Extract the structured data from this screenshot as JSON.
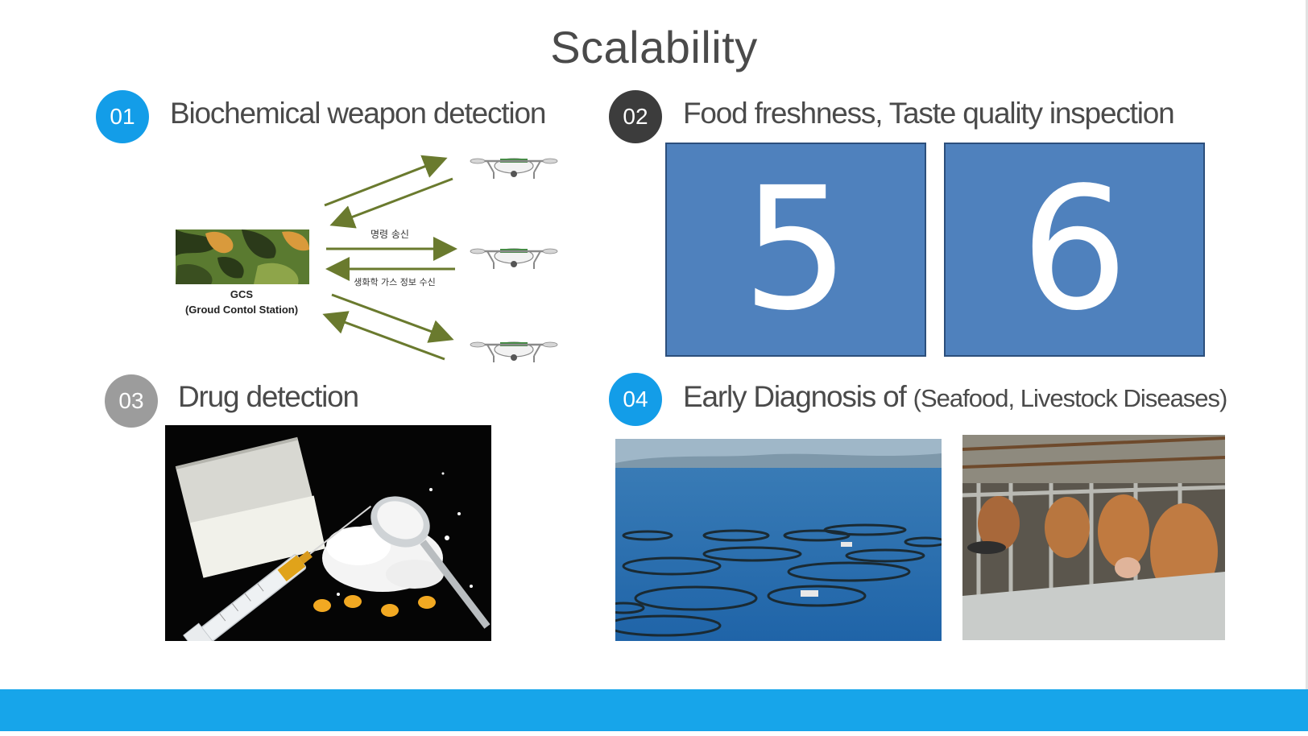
{
  "slide": {
    "title": "Scalability",
    "colors": {
      "badge_blue": "#139de8",
      "badge_dark": "#3c3c3c",
      "badge_gray": "#9c9c9c",
      "numbox_fill": "#4f81bd",
      "bottom_bar": "#17a5ea"
    }
  },
  "sections": {
    "s01": {
      "badge": "01",
      "heading": "Biochemical weapon detection"
    },
    "s02": {
      "badge": "02",
      "heading": "Food freshness, Taste quality inspection"
    },
    "s03": {
      "badge": "03",
      "heading": "Drug detection"
    },
    "s04": {
      "badge": "04",
      "heading_main": "Early Diagnosis of ",
      "heading_sub": "(Seafood, Livestock Diseases)"
    }
  },
  "diagram": {
    "gcs_label": "GCS",
    "gcs_sublabel": "(Groud Contol Station)",
    "command_label": "명령 송신",
    "receive_label": "생화학 가스 정보 수신",
    "icons": [
      "camouflage-icon",
      "drone-icon",
      "drone-icon",
      "drone-icon"
    ]
  },
  "food_boxes": [
    "5",
    "6"
  ]
}
